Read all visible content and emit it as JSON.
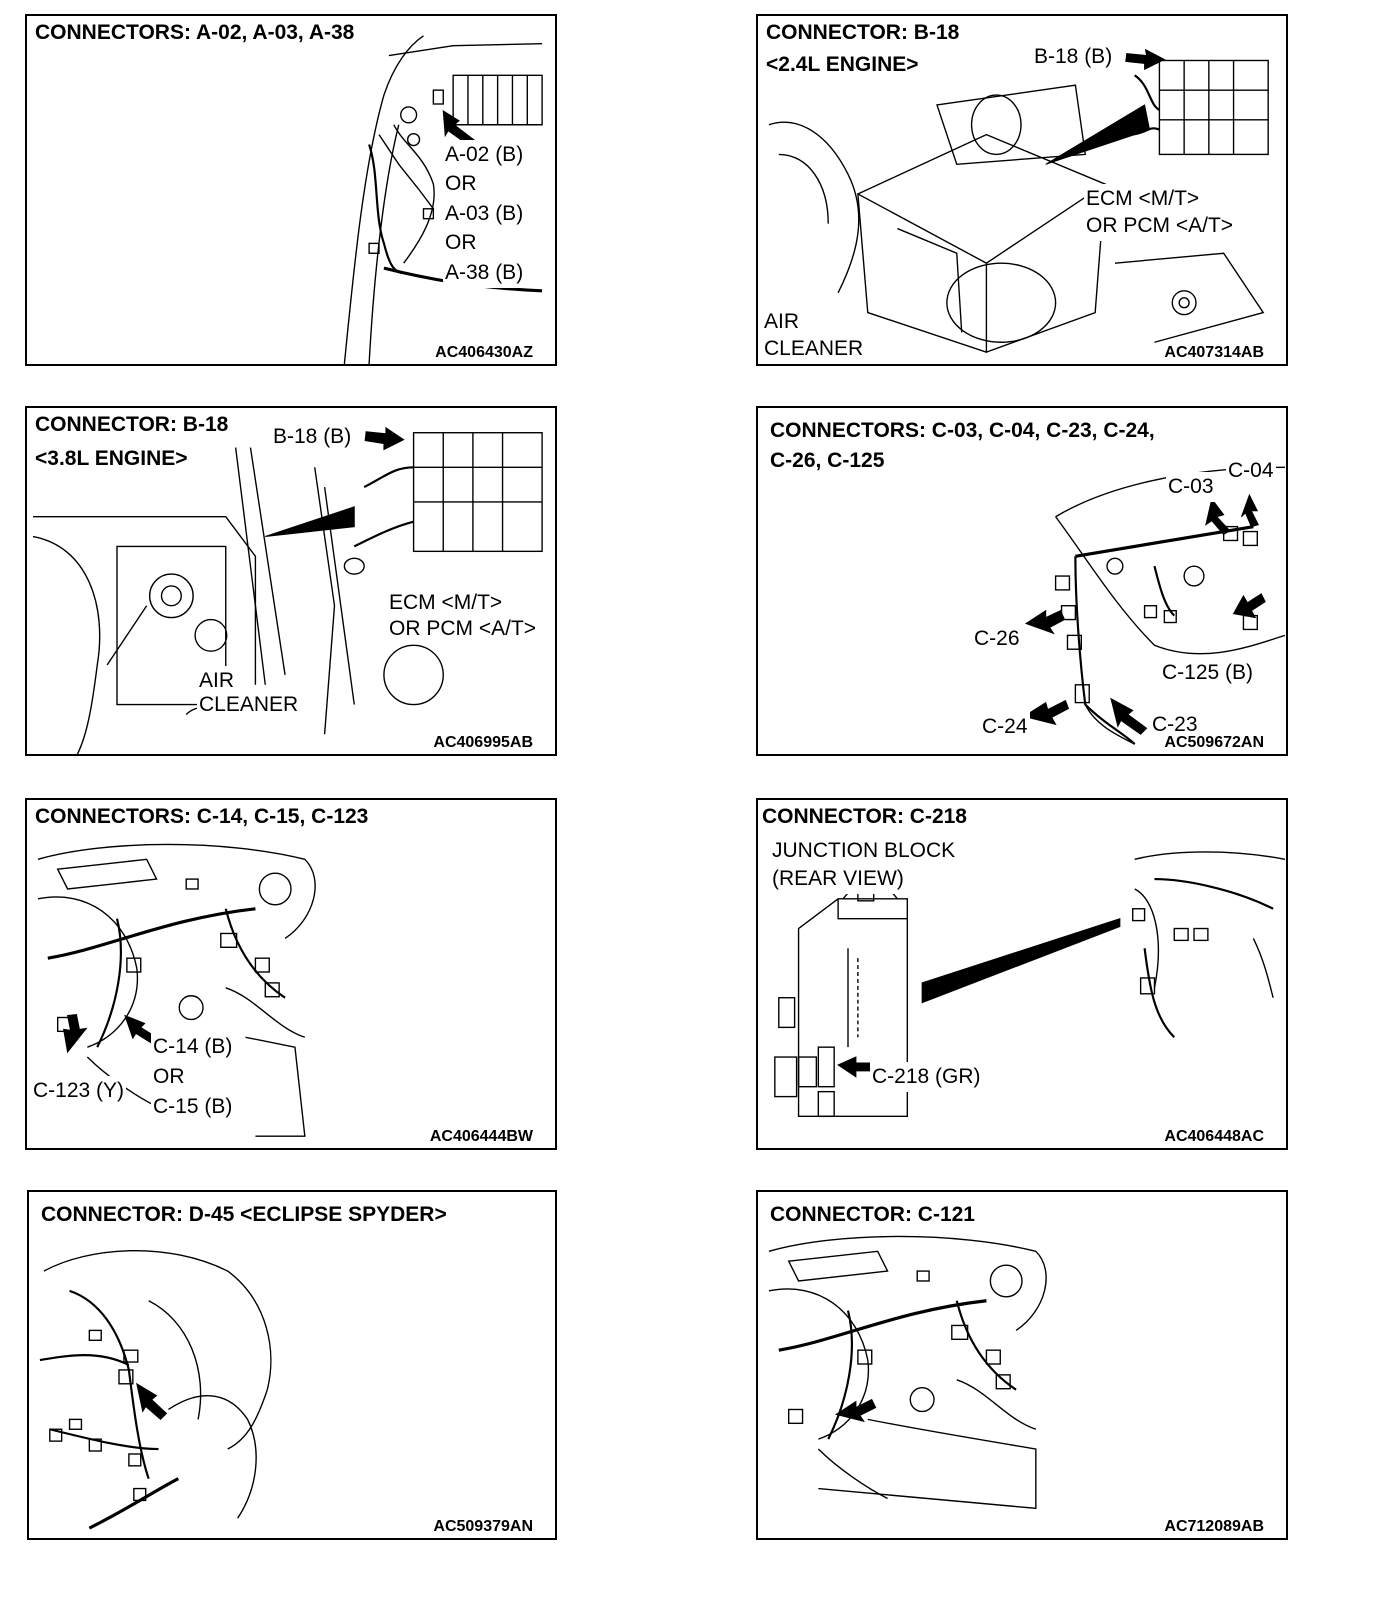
{
  "panels": [
    {
      "title": "CONNECTORS: A-02, A-03, A-38",
      "labels": [
        "A-02 (B)",
        "OR",
        "A-03 (B)",
        "OR",
        "A-38 (B)"
      ],
      "code": "AC406430AZ"
    },
    {
      "title": "CONNECTOR: B-18",
      "subtitle": "<2.4L ENGINE>",
      "labels": [
        "B-18 (B)",
        "ECM <M/T>",
        "OR PCM <A/T>",
        "AIR",
        "CLEANER"
      ],
      "code": "AC407314AB"
    },
    {
      "title": "CONNECTOR: B-18",
      "subtitle": "<3.8L ENGINE>",
      "labels": [
        "B-18 (B)",
        "ECM <M/T>",
        "OR PCM <A/T>",
        "AIR",
        "CLEANER"
      ],
      "code": "AC406995AB"
    },
    {
      "title": "CONNECTORS: C-03, C-04, C-23, C-24,",
      "subtitle": "C-26, C-125",
      "labels": [
        "C-03",
        "C-04",
        "C-26",
        "C-125 (B)",
        "C-24",
        "C-23"
      ],
      "code": "AC509672AN"
    },
    {
      "title": "CONNECTORS: C-14, C-15, C-123",
      "labels": [
        "C-14 (B)",
        "OR",
        "C-123 (Y)",
        "C-15 (B)"
      ],
      "code": "AC406444BW"
    },
    {
      "title": "CONNECTOR: C-218",
      "subtitle": "JUNCTION BLOCK",
      "subtitle2": "(REAR VIEW)",
      "labels": [
        "C-218 (GR)"
      ],
      "code": "AC406448AC"
    },
    {
      "title": "CONNECTOR: D-45 <ECLIPSE SPYDER>",
      "labels": [],
      "code": "AC509379AN"
    },
    {
      "title": "CONNECTOR: C-121",
      "labels": [],
      "code": "AC712089AB"
    }
  ]
}
